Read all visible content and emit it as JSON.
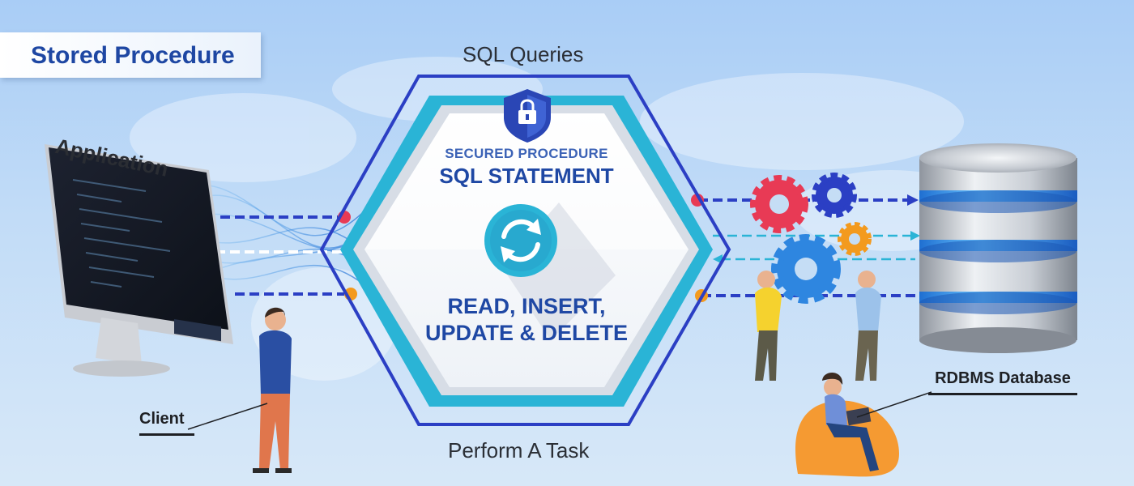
{
  "title": "Stored Procedure",
  "labels": {
    "top": "SQL Queries",
    "bottom": "Perform A Task",
    "application": "Application",
    "client": "Client",
    "database": "RDBMS Database"
  },
  "center": {
    "subtitle": "SECURED PROCEDURE",
    "heading": "SQL STATEMENT",
    "operations_line1": "READ, INSERT,",
    "operations_line2": "UPDATE & DELETE"
  },
  "icons": [
    "lock-shield-icon",
    "sync-icon",
    "gears-icon",
    "database-icon",
    "monitor-icon"
  ],
  "colors": {
    "brand_blue": "#1e47a3",
    "accent_cyan": "#2ab4d6",
    "node_red": "#e83a55",
    "node_orange": "#f39a1e",
    "dash_blue": "#2b3fc4"
  }
}
